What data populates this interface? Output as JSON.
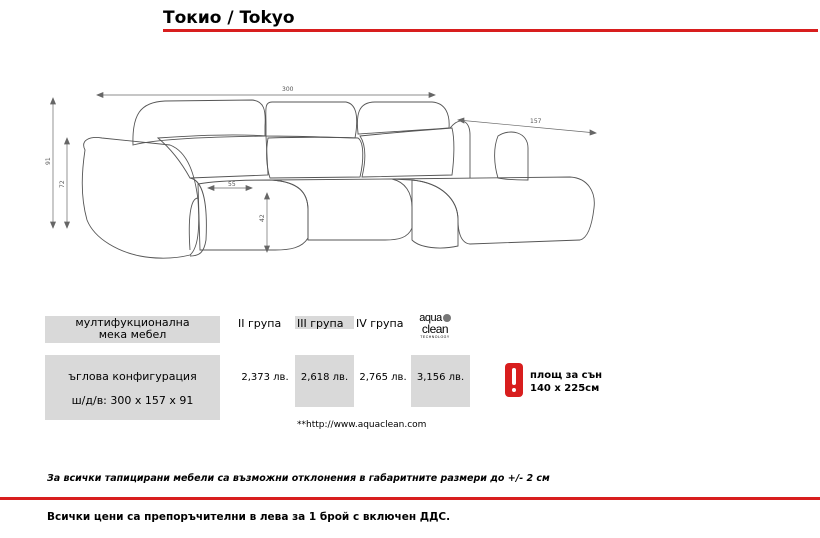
{
  "header": {
    "title": "Токио / Tokyo"
  },
  "dimensions": {
    "width": "300",
    "depth": "157",
    "height": "91",
    "arm_height": "72",
    "seat_depth": "55",
    "seat_height": "42"
  },
  "table": {
    "row1_label": [
      "мултифукционална",
      "мека мебел"
    ],
    "row2_label": [
      "ъглова конфигурация",
      "ш/д/в: 300 x 157 x 91"
    ],
    "groups": [
      "II група",
      "III група",
      "IV група"
    ],
    "prices": [
      "2,373 лв.",
      "2,618 лв.",
      "2,765 лв.",
      "3,156 лв."
    ]
  },
  "logo": {
    "line1": "aqua",
    "line2": "clean",
    "line3": "TECHNOLOGY"
  },
  "bed_area": {
    "line1": "площ за сън",
    "line2": "140 x 225см"
  },
  "link": "**http://www.aquaclean.com",
  "note": "За всички тапицирани мебели са възможни отклонения в габаритните размери до +/- 2 см",
  "footer": "Всички цени са препоръчителни в лева за 1 брой с включен ДДС.",
  "colors": {
    "accent_red": "#d81e1e",
    "cell_gray": "#d9d9d9"
  }
}
